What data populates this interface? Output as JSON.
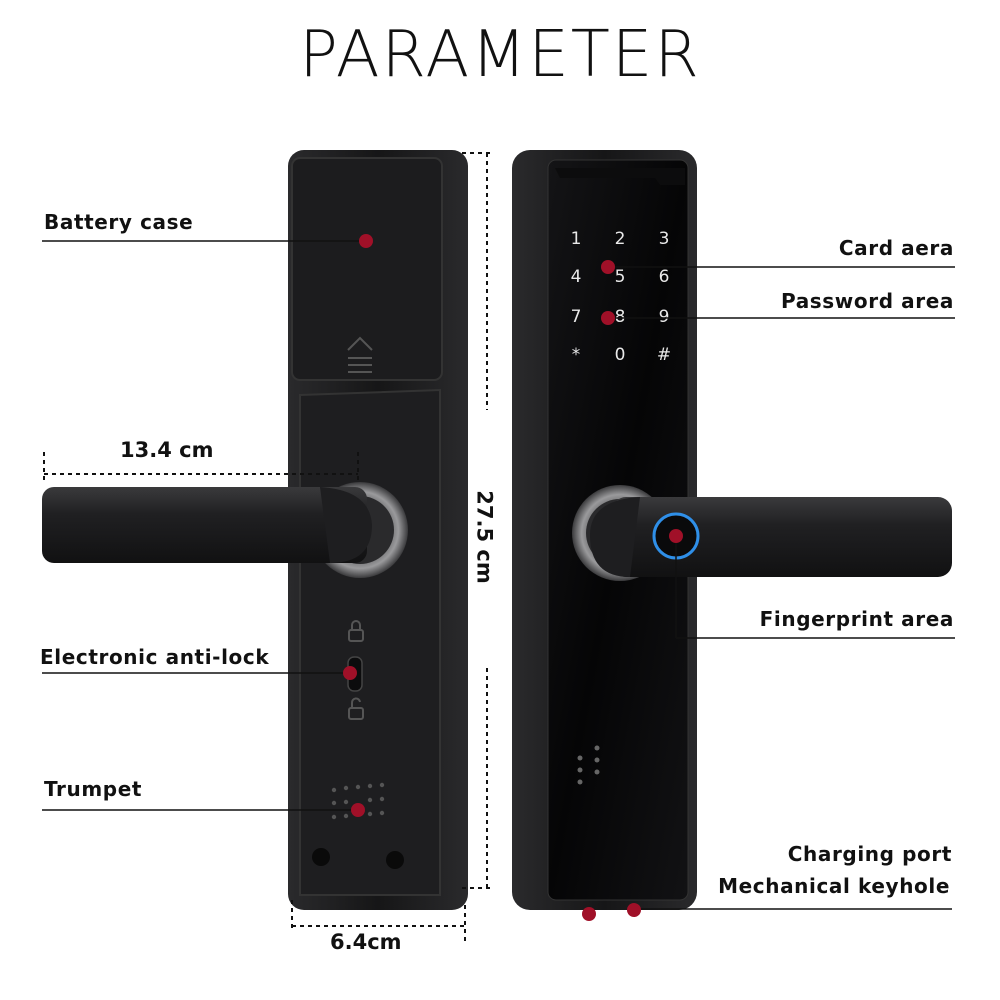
{
  "title": "PARAMETER",
  "labels": {
    "battery_case": "Battery case",
    "card_area": "Card aera",
    "password_area": "Password area",
    "fingerprint_area": "Fingerprint area",
    "electronic_anti_lock": "Electronic anti-lock",
    "trumpet": "Trumpet",
    "charging_port": "Charging port",
    "mechanical_keyhole": "Mechanical keyhole"
  },
  "dimensions": {
    "handle_length": "13.4 cm",
    "height": "27.5 cm",
    "width": "6.4cm"
  },
  "keypad": [
    "1",
    "2",
    "3",
    "4",
    "5",
    "6",
    "7",
    "8",
    "9",
    "*",
    "0",
    "#"
  ],
  "colors": {
    "marker": "#a01028",
    "lock_body": "#1a1a1c",
    "fingerprint_ring": "#2f8fe8"
  }
}
